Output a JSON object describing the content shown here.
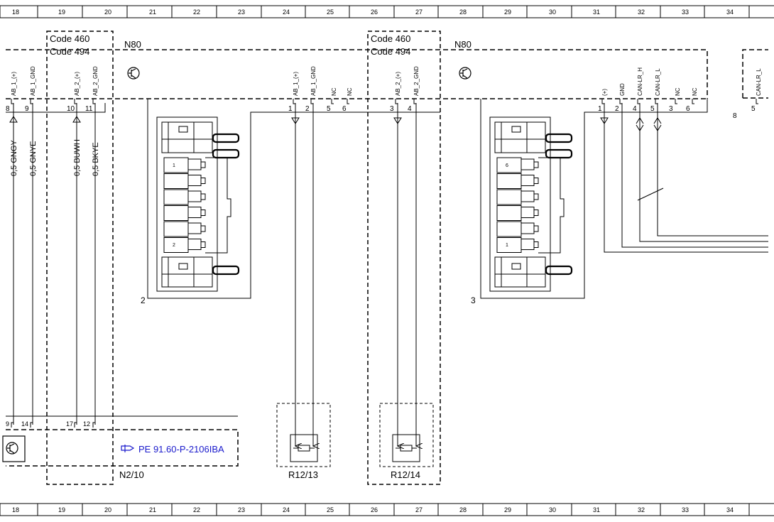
{
  "grid": {
    "top": [
      "18",
      "19",
      "20",
      "21",
      "22",
      "23",
      "24",
      "25",
      "26",
      "27",
      "28",
      "29",
      "30",
      "31",
      "32",
      "33",
      "34"
    ],
    "bottom": [
      "18",
      "19",
      "20",
      "21",
      "22",
      "23",
      "24",
      "25",
      "26",
      "27",
      "28",
      "29",
      "30",
      "31",
      "32",
      "33",
      "34"
    ]
  },
  "codes": {
    "left": [
      "Code 460",
      "Code 494"
    ],
    "right": [
      "Code 460",
      "Code 494"
    ]
  },
  "modules": {
    "left_n80": "N80",
    "right_n80": "N80",
    "n2_10": "N2/10",
    "r12_13": "R12/13",
    "r12_14": "R12/14"
  },
  "reference_link": "PE 91.60-P-2106IBA",
  "reference_icon": "pointing-hand-icon",
  "pin_labels_left": [
    "AB_1_(+)",
    "AB_1_GND",
    "AB_2_(+)",
    "AB_2_GND"
  ],
  "pin_numbers_left": [
    "8",
    "9",
    "10",
    "11"
  ],
  "pin_labels_mid": [
    "AB_1_(+)",
    "AB_1_GND",
    "NC",
    "NC"
  ],
  "pin_numbers_mid": [
    "1",
    "2",
    "5",
    "6"
  ],
  "pin_labels_mid2": [
    "AB_2_(+)",
    "AB_2_GND"
  ],
  "pin_numbers_mid2": [
    "3",
    "4"
  ],
  "pin_labels_right": [
    "(+)",
    "GND",
    "CAN-LR_H",
    "CAN-LR_L",
    "NC",
    "NC"
  ],
  "pin_numbers_right": [
    "1",
    "2",
    "4",
    "5",
    "3",
    "6"
  ],
  "pin_label_far_right": "CAN-LR_L",
  "pin_number_far_right": "5",
  "pin_number_far_right_8": "8",
  "wires": [
    "0,5 GNGY",
    "0,5 GNYE",
    "0,5 BUWH",
    "0,5 BKYE"
  ],
  "bottom_pins": [
    "9",
    "14",
    "17",
    "12"
  ],
  "connectors": {
    "left_id": "2",
    "right_id": "3",
    "left_cells": [
      "1",
      "2"
    ],
    "right_cells": [
      "6",
      "1"
    ]
  }
}
